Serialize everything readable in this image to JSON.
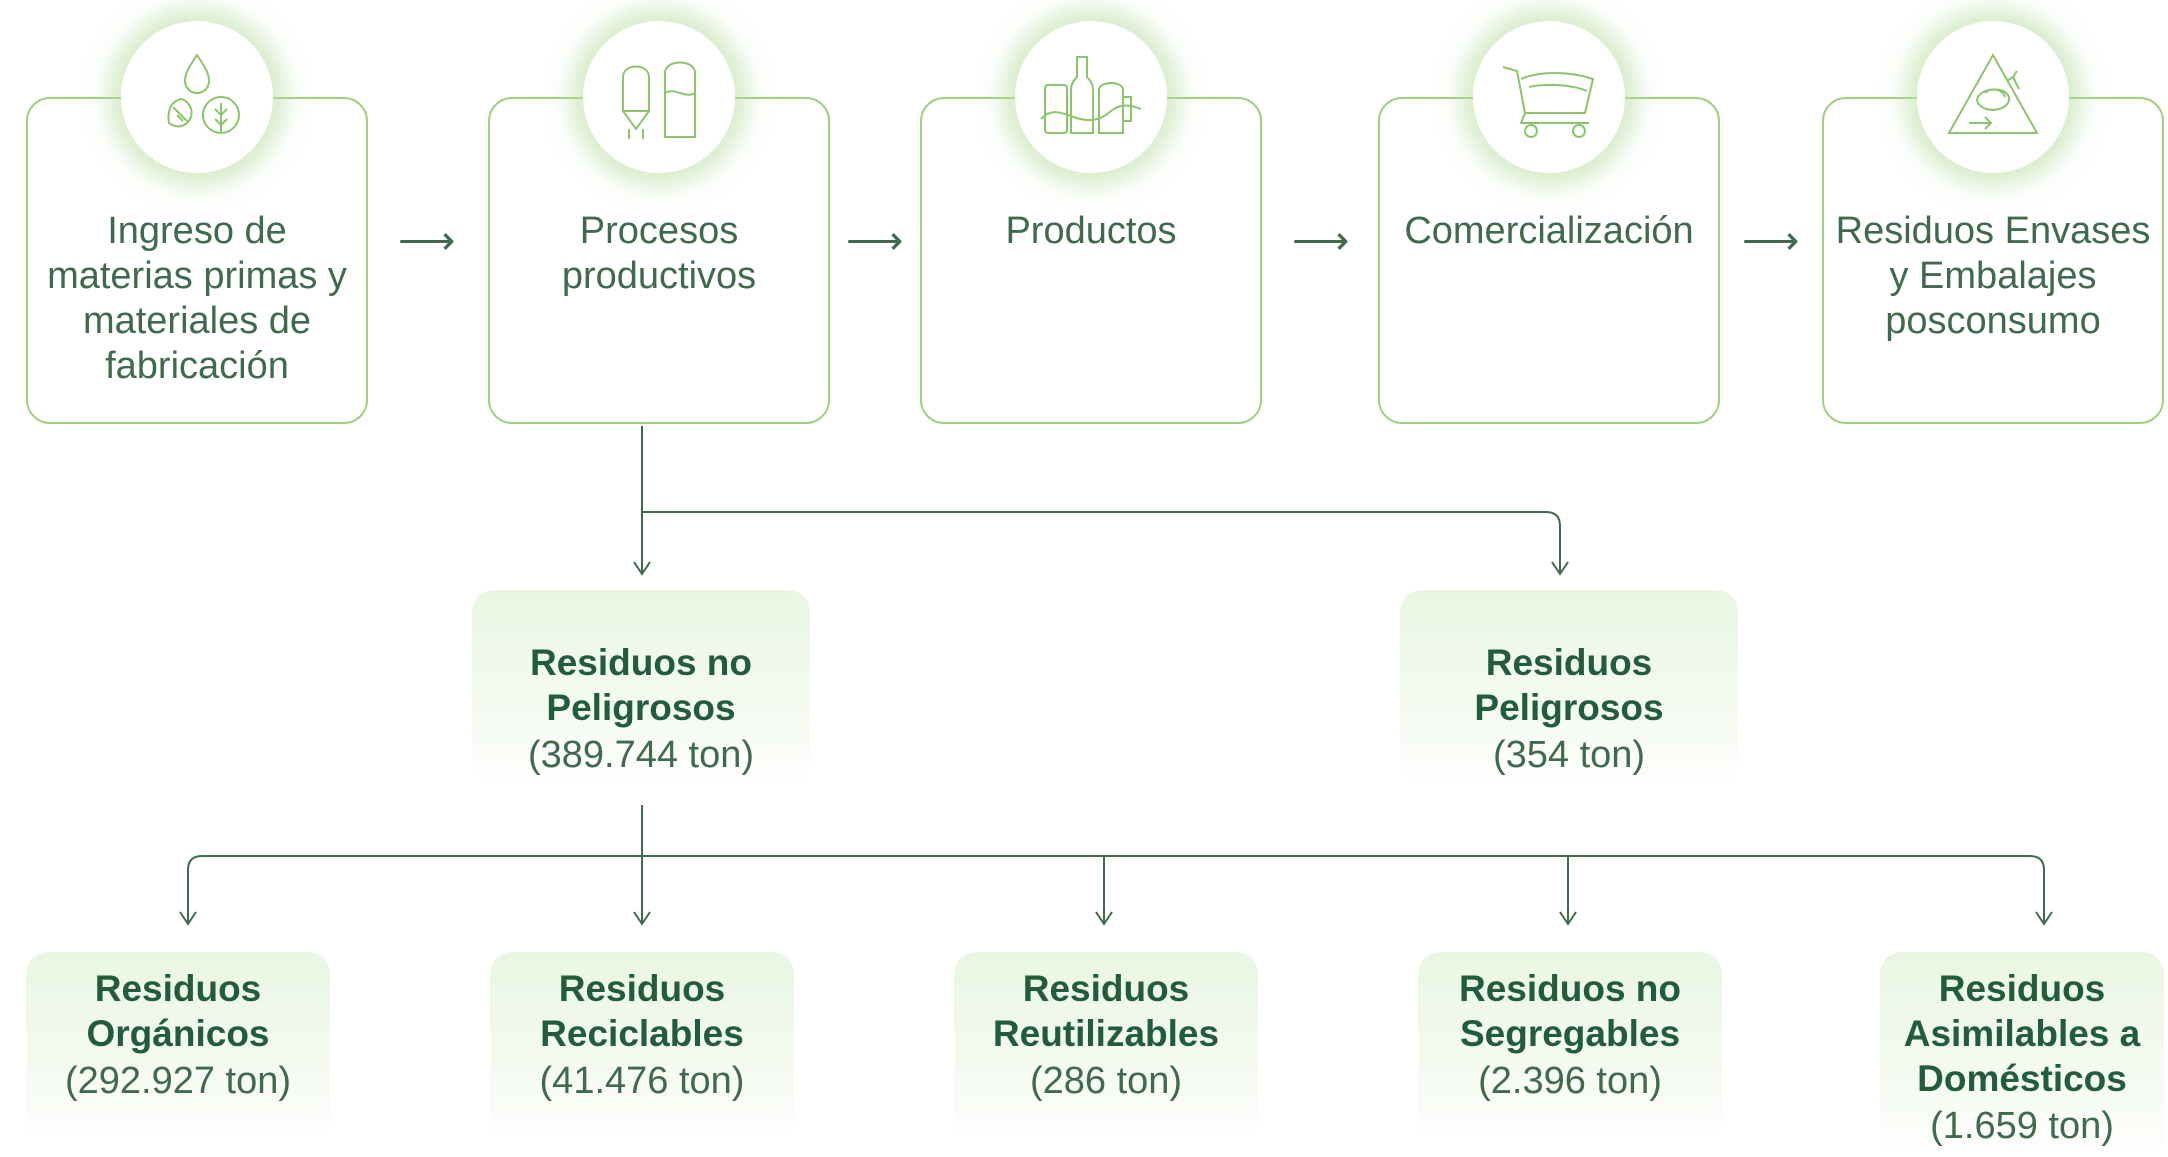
{
  "stages": [
    {
      "label": "Ingreso de materias primas y materiales de fabricación",
      "icon": "raw-materials-icon"
    },
    {
      "label": "Procesos productivos",
      "icon": "silos-icon"
    },
    {
      "label": "Productos",
      "icon": "bottles-icon"
    },
    {
      "label": "Comercialización",
      "icon": "shopping-cart-icon"
    },
    {
      "label": "Residuos Envases y Embalajes posconsumo",
      "icon": "recycle-icon"
    }
  ],
  "arrows": [
    "⟶",
    "⟶",
    "⟶",
    "⟶"
  ],
  "waste_main": [
    {
      "title": "Residuos no Peligrosos",
      "amount": "(389.744 ton)"
    },
    {
      "title": "Residuos Peligrosos",
      "amount": "(354 ton)"
    }
  ],
  "waste_sub": [
    {
      "title": "Residuos Orgánicos",
      "amount": "(292.927 ton)"
    },
    {
      "title": "Residuos Reciclables",
      "amount": "(41.476 ton)"
    },
    {
      "title": "Residuos Reutilizables",
      "amount": "(286 ton)"
    },
    {
      "title": "Residuos no Segregables",
      "amount": "(2.396 ton)"
    },
    {
      "title": "Residuos Asimilables a Domésticos",
      "amount": "(1.659 ton)"
    }
  ],
  "colors": {
    "accent": "#9ed07f",
    "text": "#3f6b4c",
    "title": "#215c3b",
    "line": "#3f6b4c"
  }
}
